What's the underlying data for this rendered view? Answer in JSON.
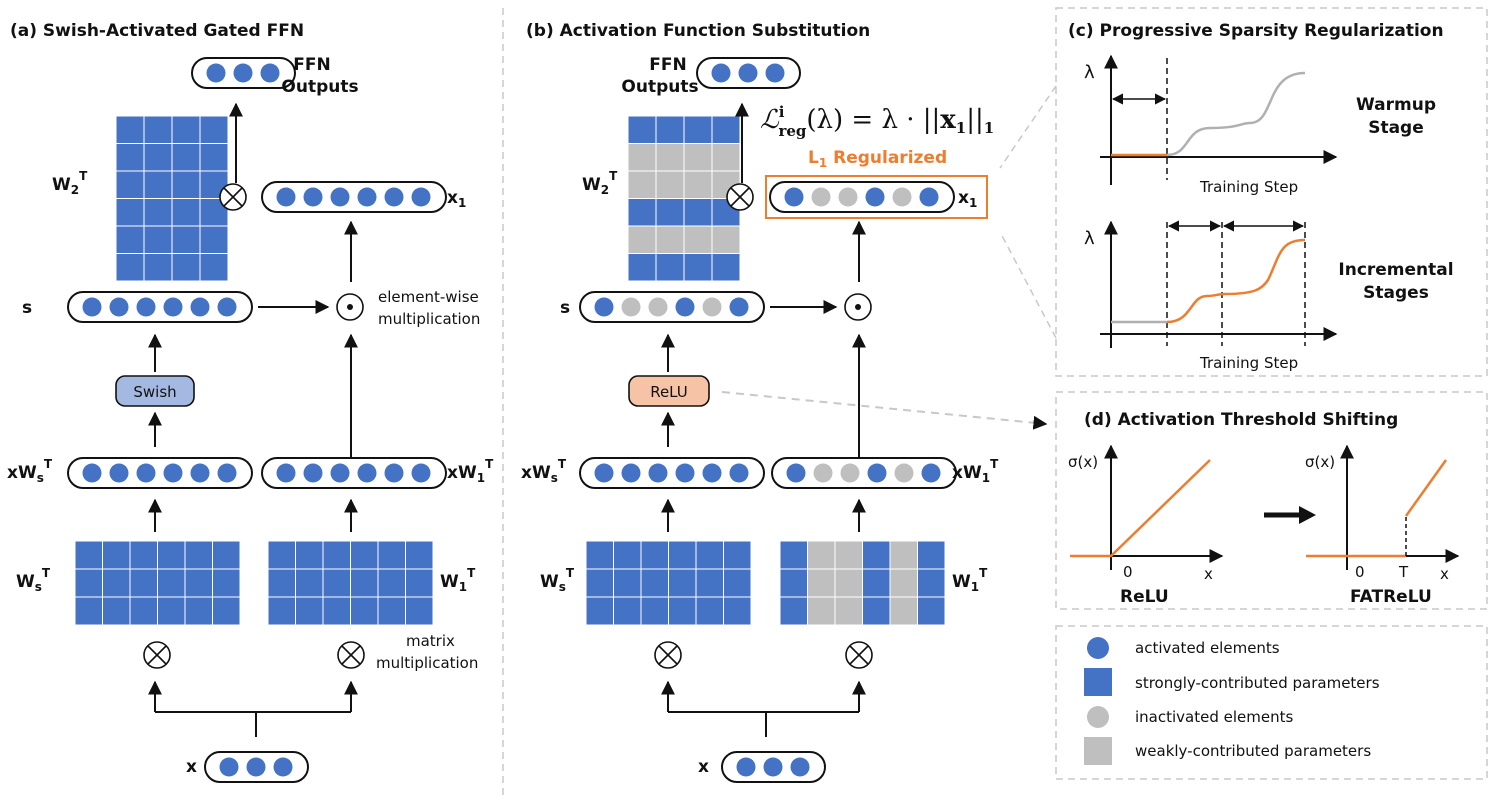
{
  "colors": {
    "blue": "#4472c4",
    "gray": "#bfbfbf",
    "orange": "#ed7d31",
    "swish_fill": "#a4b9e2",
    "relu_fill": "#f6c3a6",
    "line_gray": "#b0b0b0",
    "dash_gray": "#c8c8c8"
  },
  "panel_a": {
    "title": "(a) Swish-Activated Gated FFN",
    "ffn_outputs": [
      "FFN",
      "Outputs"
    ],
    "w2": "W",
    "w2_sub": "2",
    "w2_sup": "T",
    "x1": "x",
    "x1_sub": "1",
    "s": "s",
    "elementwise": [
      "element-wise",
      "multiplication"
    ],
    "swish": "Swish",
    "xws": "xW",
    "xws_sub": "s",
    "xws_sup": "T",
    "xw1": "xW",
    "xw1_sub": "1",
    "xw1_sup": "T",
    "ws": "W",
    "ws_sub": "s",
    "ws_sup": "T",
    "w1": "W",
    "w1_sub": "1",
    "w1_sup": "T",
    "matrix_mult": [
      "matrix",
      "multiplication"
    ],
    "x": "x"
  },
  "panel_b": {
    "title": "(b) Activation Function Substitution",
    "ffn_outputs": [
      "FFN",
      "Outputs"
    ],
    "formula_parts": [
      "ℒ",
      "i",
      "reg",
      "(λ) = λ · ||",
      "x",
      "1",
      "||",
      "1"
    ],
    "l1": "L",
    "l1_sub": "1",
    "l1_rest": " Regularized",
    "relu": "ReLU",
    "x_activation": [
      1,
      0,
      0,
      1,
      0,
      1
    ],
    "s_activation": [
      1,
      0,
      0,
      1,
      0,
      1
    ],
    "xw1_activation": [
      1,
      0,
      0,
      1,
      0,
      1
    ],
    "w2_row_pattern": [
      1,
      0,
      0,
      1,
      0,
      1
    ],
    "w1_col_pattern": [
      1,
      0,
      0,
      1,
      0,
      1
    ]
  },
  "panel_c": {
    "title": "(c) Progressive Sparsity Regularization",
    "lambda": "λ",
    "training_step": "Training Step",
    "warmup": [
      "Warmup",
      "Stage"
    ],
    "incremental": [
      "Incremental",
      "Stages"
    ]
  },
  "panel_d": {
    "title": "(d) Activation Threshold Shifting",
    "sigma": "σ(x)",
    "x_axis": "x",
    "zero": "0",
    "threshold": "T",
    "relu": "ReLU",
    "fatrelu": "FATReLU"
  },
  "legend": [
    {
      "shape": "circle",
      "color": "#4472c4",
      "label": "activated elements"
    },
    {
      "shape": "square",
      "color": "#4472c4",
      "label": "strongly-contributed parameters"
    },
    {
      "shape": "circle",
      "color": "#bfbfbf",
      "label": "inactivated elements"
    },
    {
      "shape": "square",
      "color": "#bfbfbf",
      "label": "weakly-contributed parameters"
    }
  ]
}
